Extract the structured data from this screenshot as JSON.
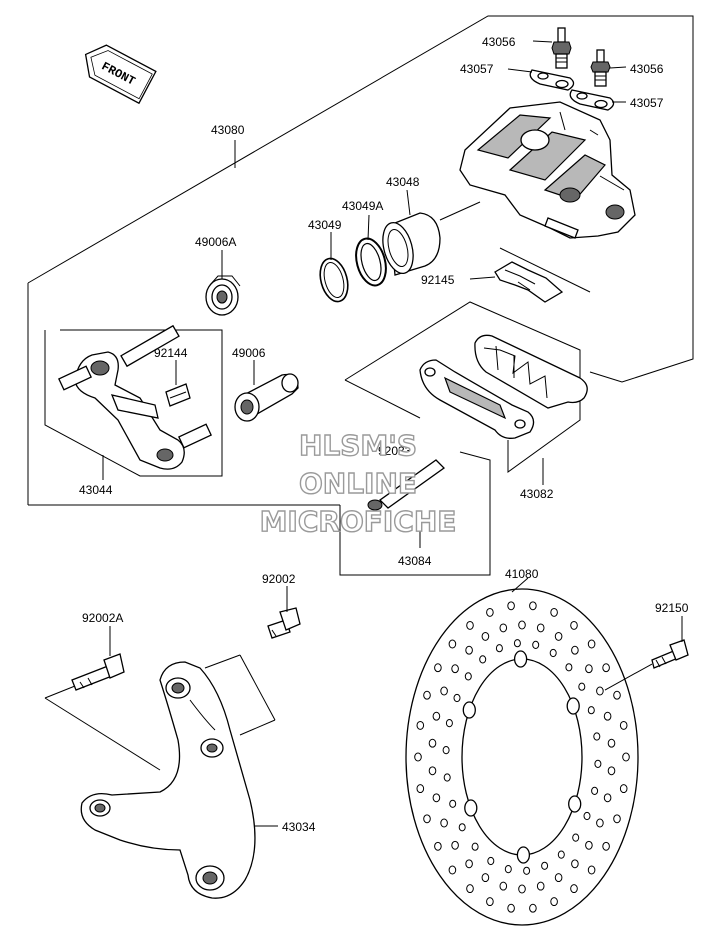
{
  "front_label": "FRONT",
  "watermark": {
    "line1": "HLSM'S",
    "line2": "ONLINE",
    "line3": "MICROFICHE"
  },
  "parts": {
    "p43056a": "43056",
    "p43056b": "43056",
    "p43057a": "43057",
    "p43057b": "43057",
    "p43080": "43080",
    "p43048": "43048",
    "p43049A": "43049A",
    "p43049": "43049",
    "p49006A": "49006A",
    "p92145": "92145",
    "p92144": "92144",
    "p49006": "49006",
    "p43044": "43044",
    "p92033": "92033",
    "p43082": "43082",
    "p43084": "43084",
    "p92002": "92002",
    "p41080": "41080",
    "p92150": "92150",
    "p92002A": "92002A",
    "p43034": "43034"
  }
}
